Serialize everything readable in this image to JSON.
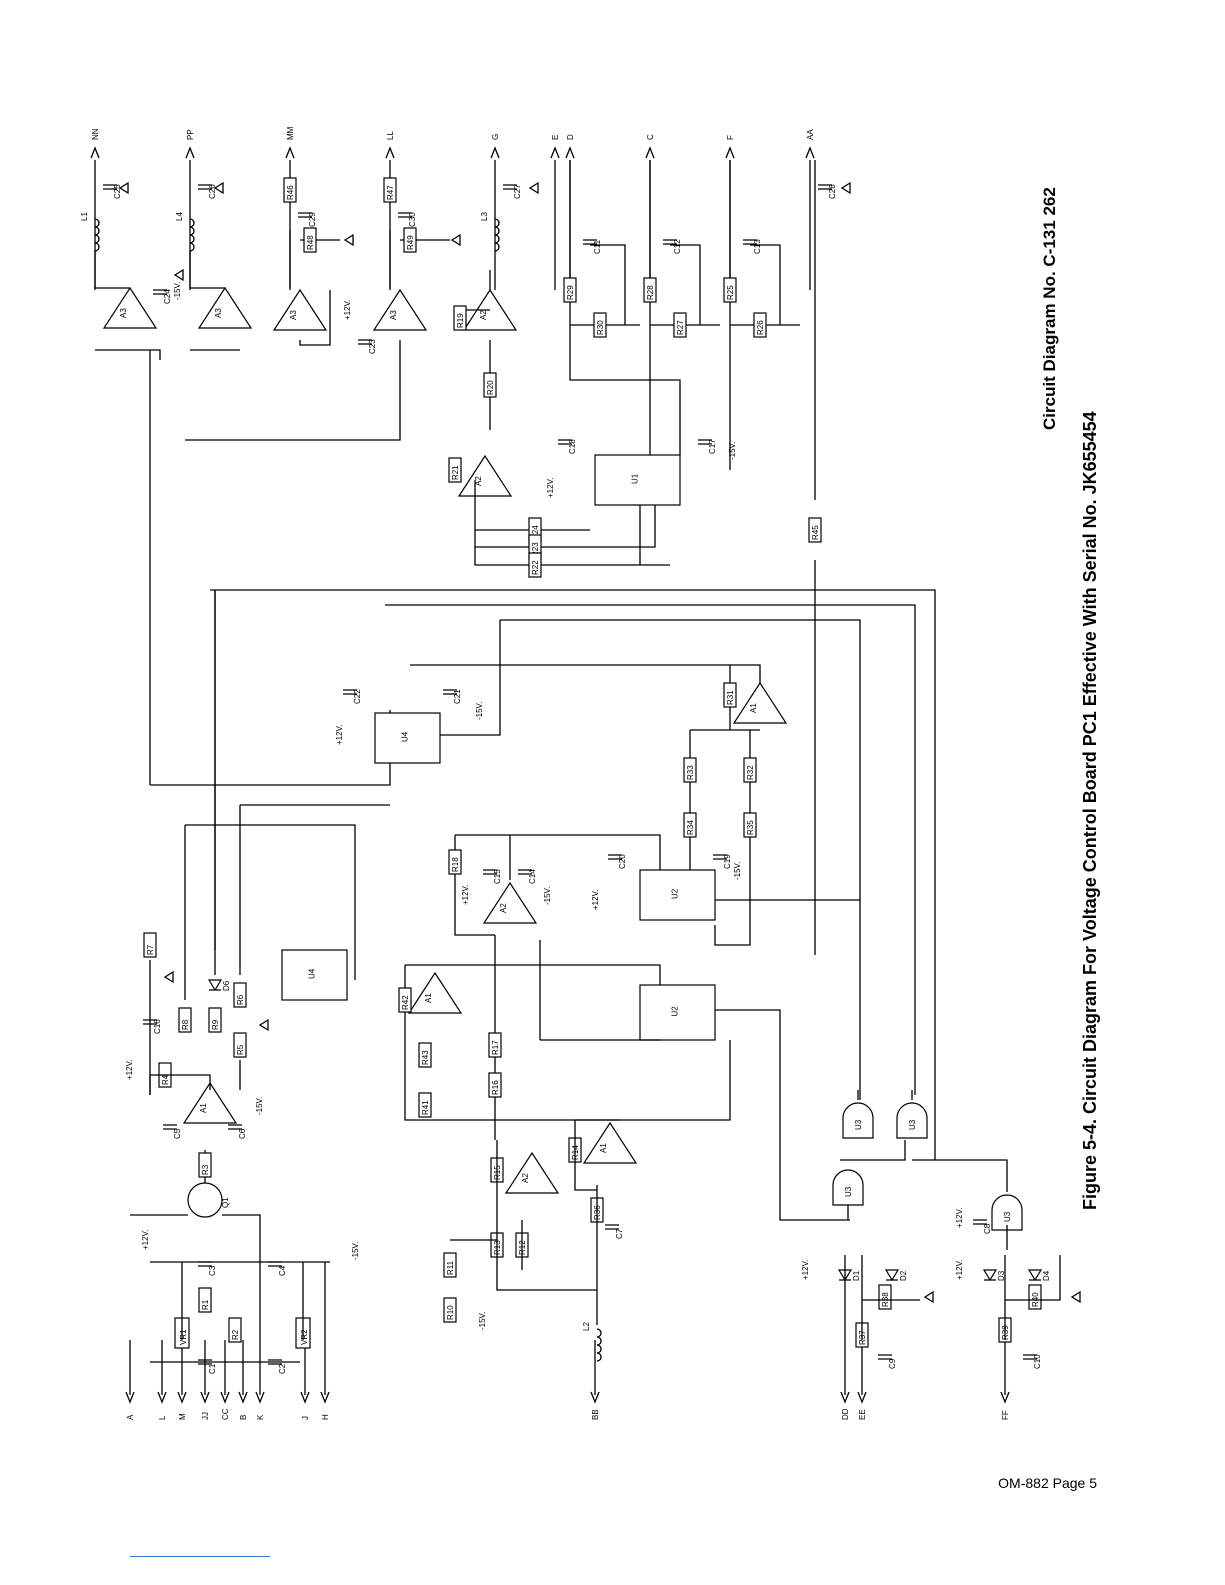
{
  "figure": {
    "caption": "Figure 5-4.  Circuit Diagram For Voltage Control Board PC1 Effective With Serial No. JK655454",
    "circuit_number": "Circuit Diagram No. C-131 262"
  },
  "footer": {
    "page_label": "OM-882 Page 5"
  },
  "terminals_top": [
    "NN",
    "PP",
    "MM",
    "LL",
    "G",
    "E",
    "D",
    "C",
    "F",
    "AA"
  ],
  "terminals_bottom": [
    "A",
    "L",
    "M",
    "JJ",
    "CC",
    "B",
    "K",
    "J",
    "H",
    "BB",
    "DD",
    "EE",
    "FF"
  ],
  "resistors": [
    "R1",
    "R2",
    "R3",
    "R4",
    "R5",
    "R6",
    "R7",
    "R8",
    "R9",
    "R10",
    "R11",
    "R12",
    "R13",
    "R14",
    "R15",
    "R16",
    "R17",
    "R18",
    "R19",
    "R20",
    "R21",
    "R22",
    "R23",
    "R24",
    "R25",
    "R26",
    "R27",
    "R28",
    "R29",
    "R30",
    "R31",
    "R32",
    "R33",
    "R34",
    "R35",
    "R36",
    "R37",
    "R38",
    "R39",
    "R40",
    "R41",
    "R42",
    "R43",
    "R45",
    "R46",
    "R47",
    "R48",
    "R49"
  ],
  "capacitors": [
    "C1",
    "C2",
    "C3",
    "C4",
    "C5",
    "C6",
    "C7",
    "C8",
    "C9",
    "C10",
    "C11",
    "C12",
    "C13",
    "C14",
    "C15",
    "C16",
    "C17",
    "C18",
    "C19",
    "C20",
    "C21",
    "C22",
    "C23",
    "C24",
    "C25",
    "C26",
    "C27",
    "C28",
    "C29",
    "C30"
  ],
  "inductors": [
    "L1",
    "L2",
    "L3",
    "L4"
  ],
  "diodes": [
    "D1",
    "D2",
    "D3",
    "D4",
    "D6"
  ],
  "regulators": [
    "VR1",
    "VR2"
  ],
  "transistor": "Q1",
  "ics": [
    "A1",
    "A2",
    "A3",
    "U1",
    "U2",
    "U3",
    "U4"
  ],
  "supply_labels": [
    "+12V.",
    "-15V."
  ]
}
